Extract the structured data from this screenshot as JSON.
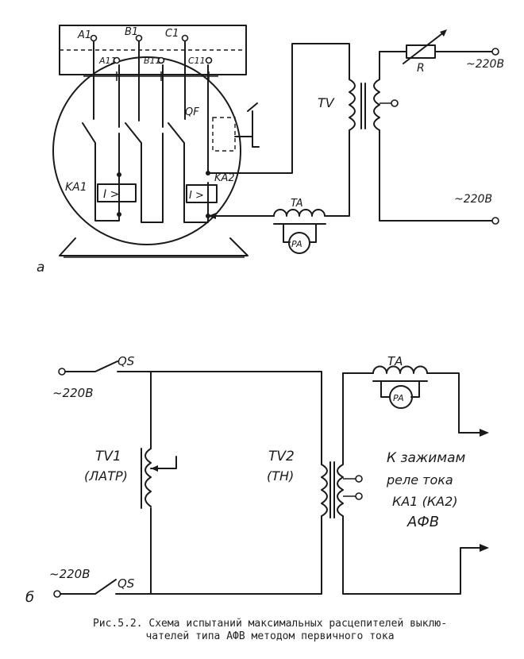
{
  "diagram_a": {
    "panel_label": "а",
    "phase_top": [
      "A1",
      "B1",
      "C1"
    ],
    "phase_bottom": [
      "A11",
      "B11",
      "C11"
    ],
    "breaker": "QF",
    "relay1": "KA1",
    "relay2": "KA2",
    "relay_symbol": "I >",
    "transformer": "TV",
    "resistor": "R",
    "supply_top": "~220В",
    "supply_bottom": "~220В",
    "current_transformer": "TA",
    "ammeter": "PA"
  },
  "diagram_b": {
    "panel_label": "б",
    "switch_top": "QS",
    "switch_bottom": "QS",
    "supply_top": "~220В",
    "supply_bottom": "~220В",
    "tv1_name": "TV1",
    "tv1_type": "(ЛАТР)",
    "tv2_name": "TV2",
    "tv2_type": "(ТН)",
    "current_transformer": "ТА",
    "ammeter": "PA",
    "note_line1": "К зажимам",
    "note_line2": "реле тока",
    "note_line3": "КА1 (КА2)",
    "note_line4": "АФВ"
  },
  "caption": {
    "line1": "Рис.5.2. Схема испытаний максимальных расцепителей выклю-",
    "line2": "чателей типа АФВ методом первичного тока"
  }
}
